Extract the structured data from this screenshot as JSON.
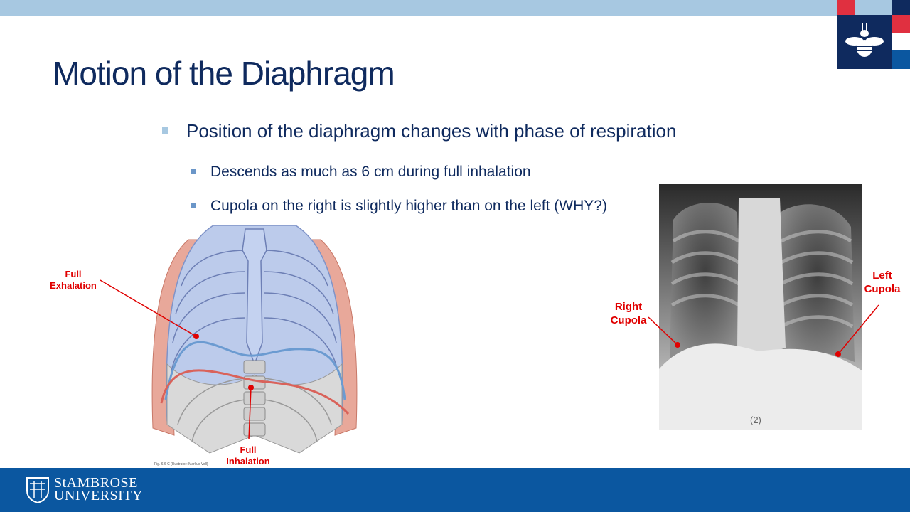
{
  "slide": {
    "title": "Motion of the Diaphragm",
    "bullets": [
      {
        "level": 1,
        "text": "Position of the diaphragm changes with phase of respiration"
      },
      {
        "level": 2,
        "text": "Descends as much as 6 cm during full inhalation"
      },
      {
        "level": 2,
        "text": "Cupola on the right is slightly higher than on the left (WHY?)"
      }
    ]
  },
  "illustration": {
    "labels": {
      "full_exhalation": [
        "Full",
        "Exhalation"
      ],
      "full_inhalation": [
        "Full",
        "Inhalation"
      ]
    },
    "caption": "Fig. 6.6 C   (Illustrator: Markus Voll)"
  },
  "xray": {
    "labels": {
      "right_cupola": [
        "Right",
        "Cupola"
      ],
      "left_cupola": [
        "Left",
        "Cupola"
      ]
    },
    "film_mark": "(2)"
  },
  "footer": {
    "university_line1": "StAMBROSE",
    "university_line2": "UNIVERSITY"
  },
  "colors": {
    "title": "#0f2a5e",
    "top_band": "#a7c8e1",
    "footer": "#0b57a0",
    "annotation": "#e00000",
    "exhalation_line": "#6b9bd1",
    "inhalation_line": "#d9625a"
  },
  "icons": [
    "bee-logo-icon",
    "university-shield-icon"
  ]
}
